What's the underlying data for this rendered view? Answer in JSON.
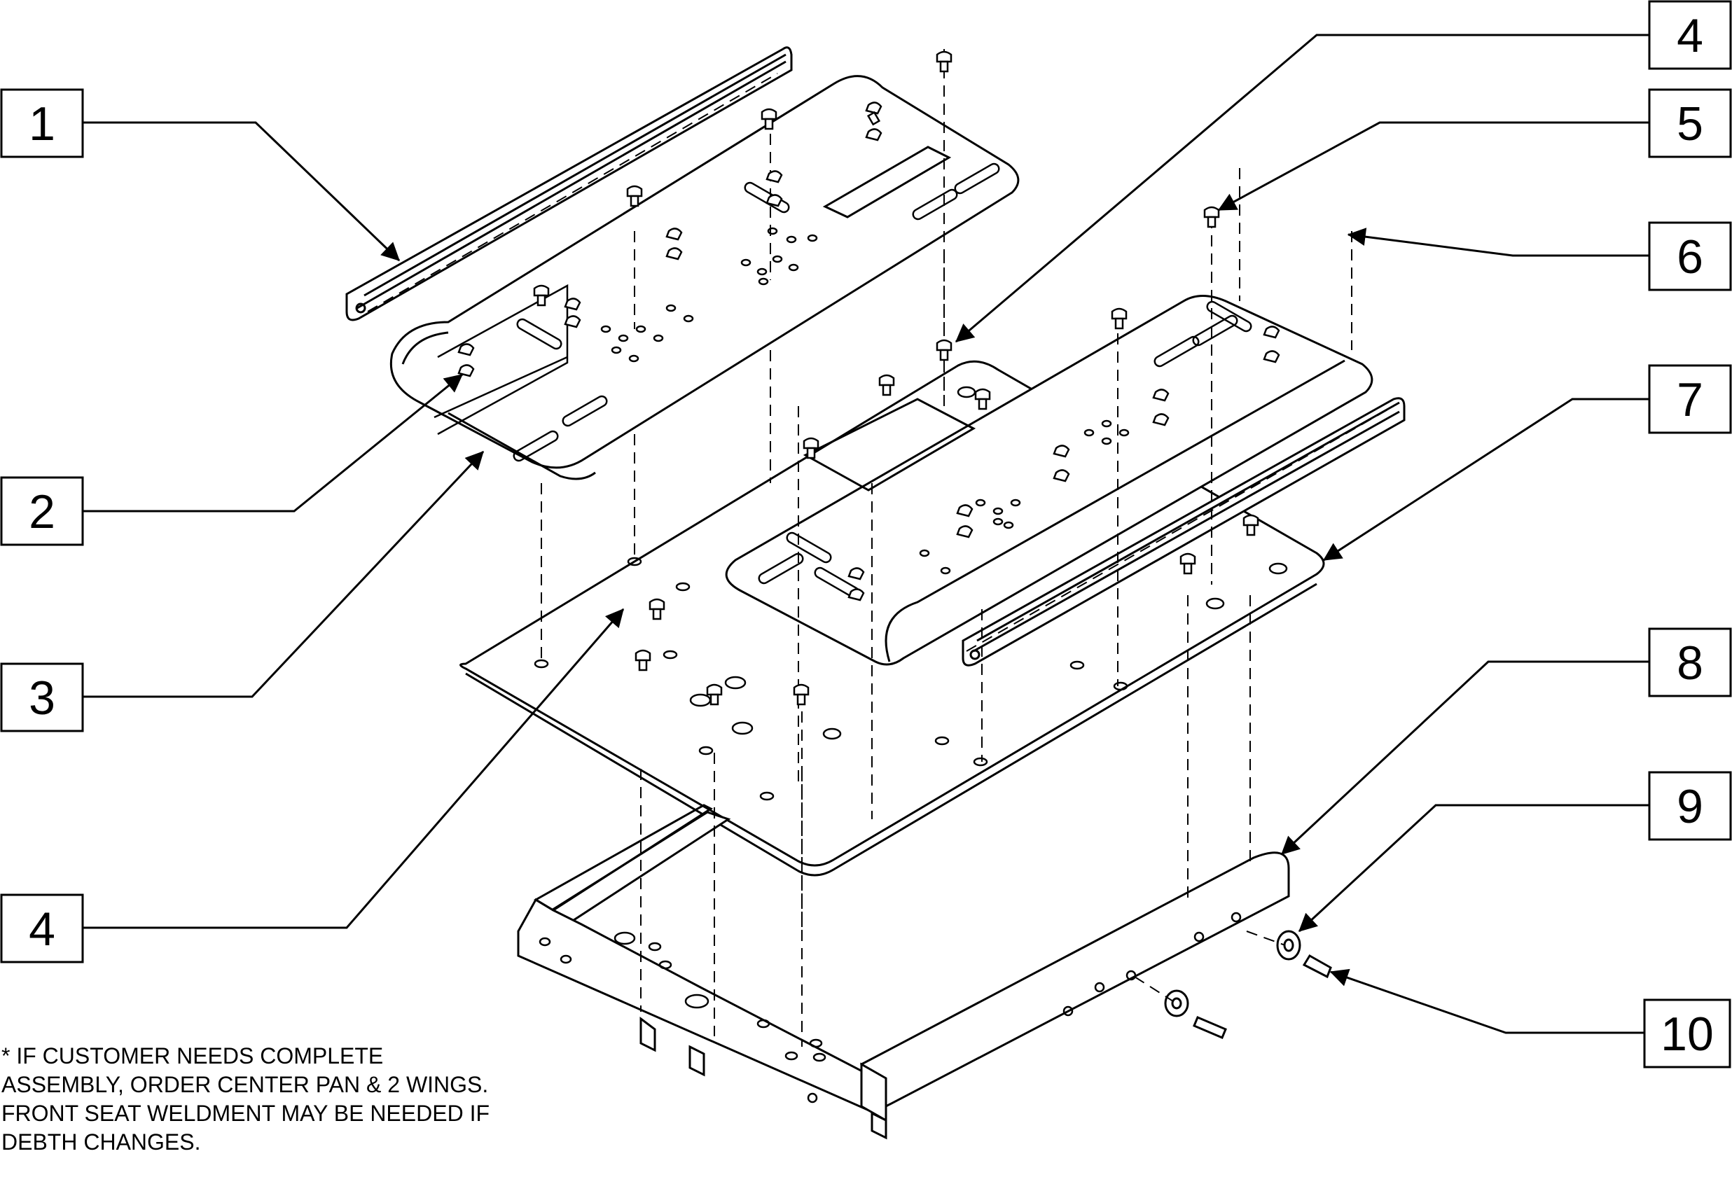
{
  "callouts": {
    "c1": "1",
    "c2": "2",
    "c3": "3",
    "c4_left": "4",
    "c4_right": "4",
    "c5": "5",
    "c6": "6",
    "c7": "7",
    "c8": "8",
    "c9": "9",
    "c10": "10"
  },
  "note": {
    "line1": "* IF CUSTOMER NEEDS COMPLETE",
    "line2": "ASSEMBLY, ORDER CENTER PAN & 2 WINGS.",
    "line3": "FRONT SEAT WELDMENT MAY BE NEEDED IF",
    "line4": "DEBTH CHANGES."
  },
  "colors": {
    "line": "#000000",
    "background": "#ffffff"
  }
}
